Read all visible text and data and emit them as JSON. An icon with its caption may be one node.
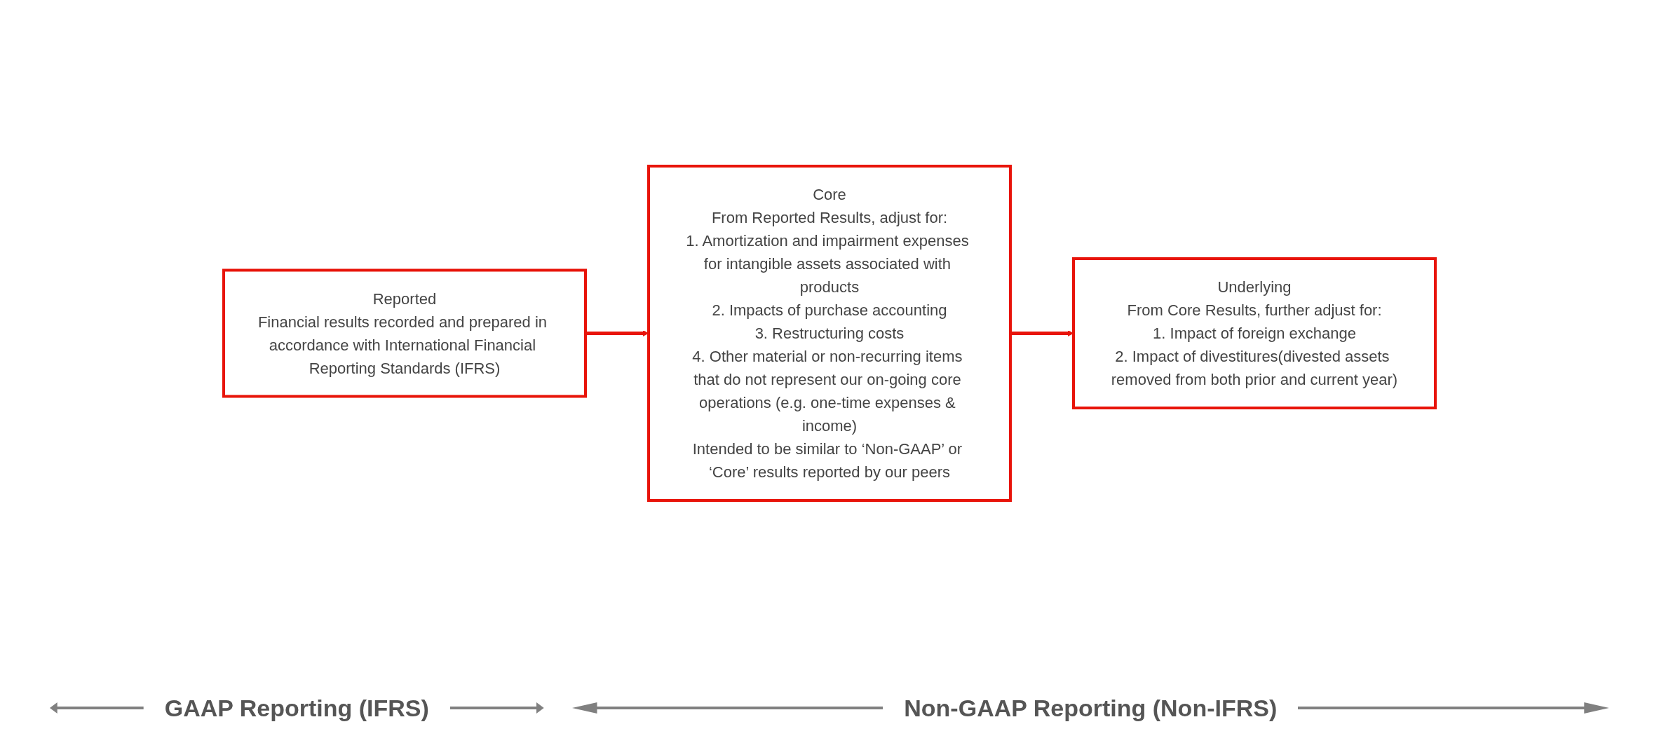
{
  "diagram": {
    "nodes": [
      {
        "text": [
          "Reported",
          "Financial results recorded and prepared in accordance with International Financial Reporting Standards (IFRS)"
        ]
      },
      {
        "text": [
          "Core",
          "From Reported Results, adjust for:",
          "1. Amortization and impairment expenses for intangible assets associated with products",
          "2. Impacts of purchase accounting",
          "3. Restructuring costs",
          "4. Other material or non-recurring items that do not represent our on-going core operations (e.g. one-time expenses & income)",
          "Intended to be similar to ‘Non-GAAP’ or ‘Core’ results reported by our peers"
        ]
      },
      {
        "text": [
          "Underlying",
          "From Core Results, further adjust for:",
          "1. Impact of foreign exchange",
          "2. Impact of divestitures(divested assets removed from both prior and current year)"
        ]
      }
    ],
    "edges": [
      {
        "from": 0,
        "to": 1,
        "arrow": "to"
      },
      {
        "from": 1,
        "to": 2,
        "arrow": "to"
      }
    ],
    "labels": [
      "GAAP Reporting (IFRS)",
      "Non-GAAP Reporting (Non-IFRS)"
    ]
  }
}
